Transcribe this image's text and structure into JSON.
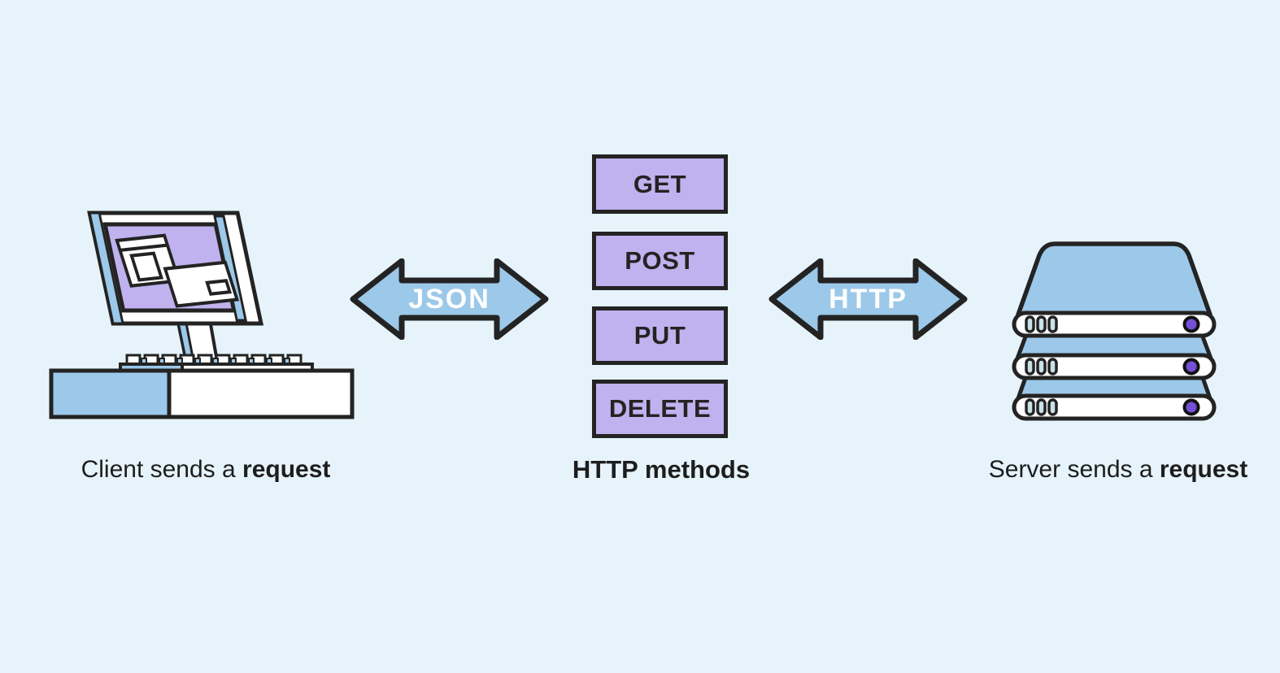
{
  "diagram": {
    "background_color": "#e6f3fb",
    "outline_color": "#232323",
    "accent_purple": "#bfb2ee",
    "accent_blue": "#9cc8e9",
    "server_led_purple": "#7450d8"
  },
  "client": {
    "illustration": "desktop-computer-icon",
    "caption": {
      "prefix": "Client sends a ",
      "bold": "request"
    }
  },
  "methods": {
    "caption": "HTTP methods",
    "items": [
      "GET",
      "POST",
      "PUT",
      "DELETE"
    ]
  },
  "arrows": {
    "left": {
      "label": "JSON"
    },
    "right": {
      "label": "HTTP"
    }
  },
  "server": {
    "illustration": "server-stack-icon",
    "caption": {
      "prefix": "Server sends a ",
      "bold": "request"
    }
  }
}
